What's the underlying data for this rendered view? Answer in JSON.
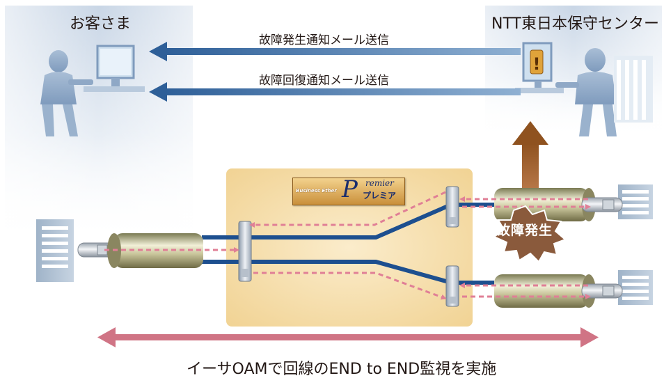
{
  "customer_label": "お客さま",
  "center_label": "NTT東日本保守センター",
  "arrow_top_label": "故障発生通知メール送信",
  "arrow_bottom_label": "故障回復通知メール送信",
  "fault_label": "故障発生",
  "bottom_label": "イーサOAMで回線のEND to END監視を実施",
  "logo": {
    "small": "Business Ether",
    "p": "P",
    "premier": "remier",
    "kana": "プレミア"
  },
  "colors": {
    "notify_arrow": "#3f6fa3",
    "escalation_arrow": "#a0632e",
    "line": "#1d4f8f",
    "oam_dash": "#e07f96",
    "bottom_arrow": "#d07485",
    "fault_burst": "#8a5a3c",
    "panel": "#f6dfa8"
  }
}
